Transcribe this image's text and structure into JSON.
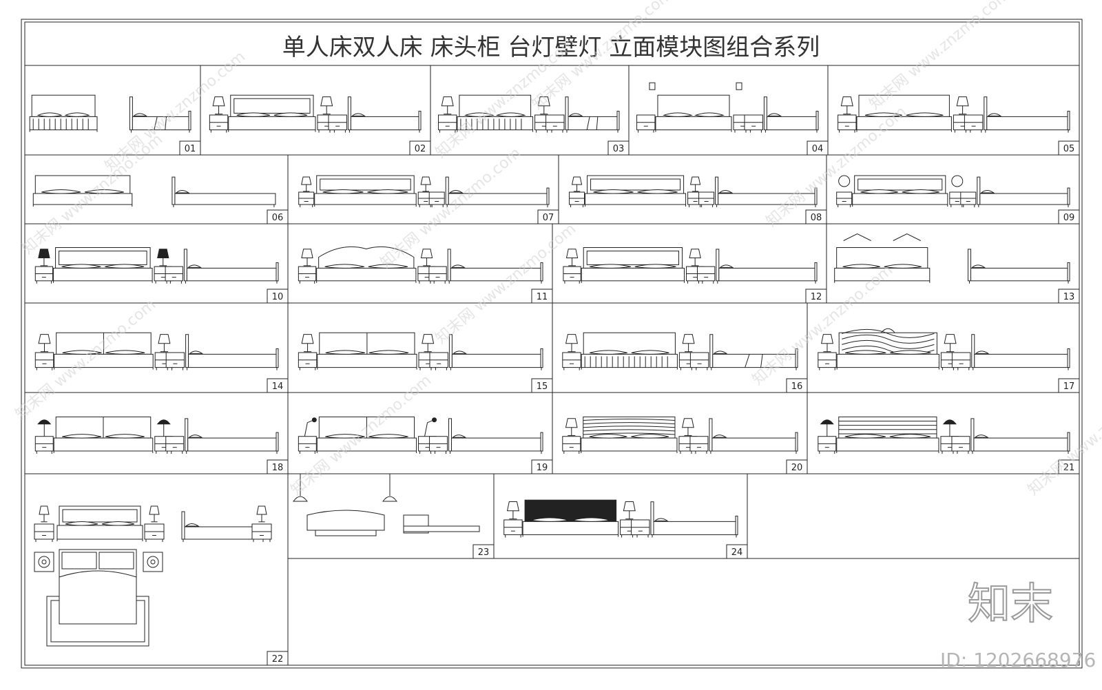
{
  "title": "单人床双人床    床头柜    台灯壁灯    立面模块图组合系列",
  "watermark_text": "知末网 www.znzmo.com",
  "brand_text": "知末",
  "id_text": "ID: 1202668976",
  "panels": [
    {
      "num": "01",
      "kind": "bed-skirt-pair"
    },
    {
      "num": "02",
      "kind": "nightstand-lamp"
    },
    {
      "num": "03",
      "kind": "skirt-lamp"
    },
    {
      "num": "04",
      "kind": "wall-sconce"
    },
    {
      "num": "05",
      "kind": "table-lamp-wood"
    },
    {
      "num": "06",
      "kind": "low-platform"
    },
    {
      "num": "07",
      "kind": "low-platform-shelf"
    },
    {
      "num": "08",
      "kind": "metal-frame"
    },
    {
      "num": "09",
      "kind": "globe-lamp"
    },
    {
      "num": "10",
      "kind": "dark-shade"
    },
    {
      "num": "11",
      "kind": "arched-headboard"
    },
    {
      "num": "12",
      "kind": "nightstand-lamp"
    },
    {
      "num": "13",
      "kind": "wall-arm-lamp"
    },
    {
      "num": "14",
      "kind": "long-platform"
    },
    {
      "num": "15",
      "kind": "slim-frame"
    },
    {
      "num": "16",
      "kind": "skirt-lamp"
    },
    {
      "num": "17",
      "kind": "ornate-carved"
    },
    {
      "num": "18",
      "kind": "mushroom-lamp"
    },
    {
      "num": "19",
      "kind": "desk-lamp"
    },
    {
      "num": "20",
      "kind": "wood-grain"
    },
    {
      "num": "21",
      "kind": "slatted"
    },
    {
      "num": "22",
      "kind": "plan-and-elevation"
    },
    {
      "num": "23",
      "kind": "pendant-daybed"
    },
    {
      "num": "24",
      "kind": "dark-panel"
    }
  ]
}
